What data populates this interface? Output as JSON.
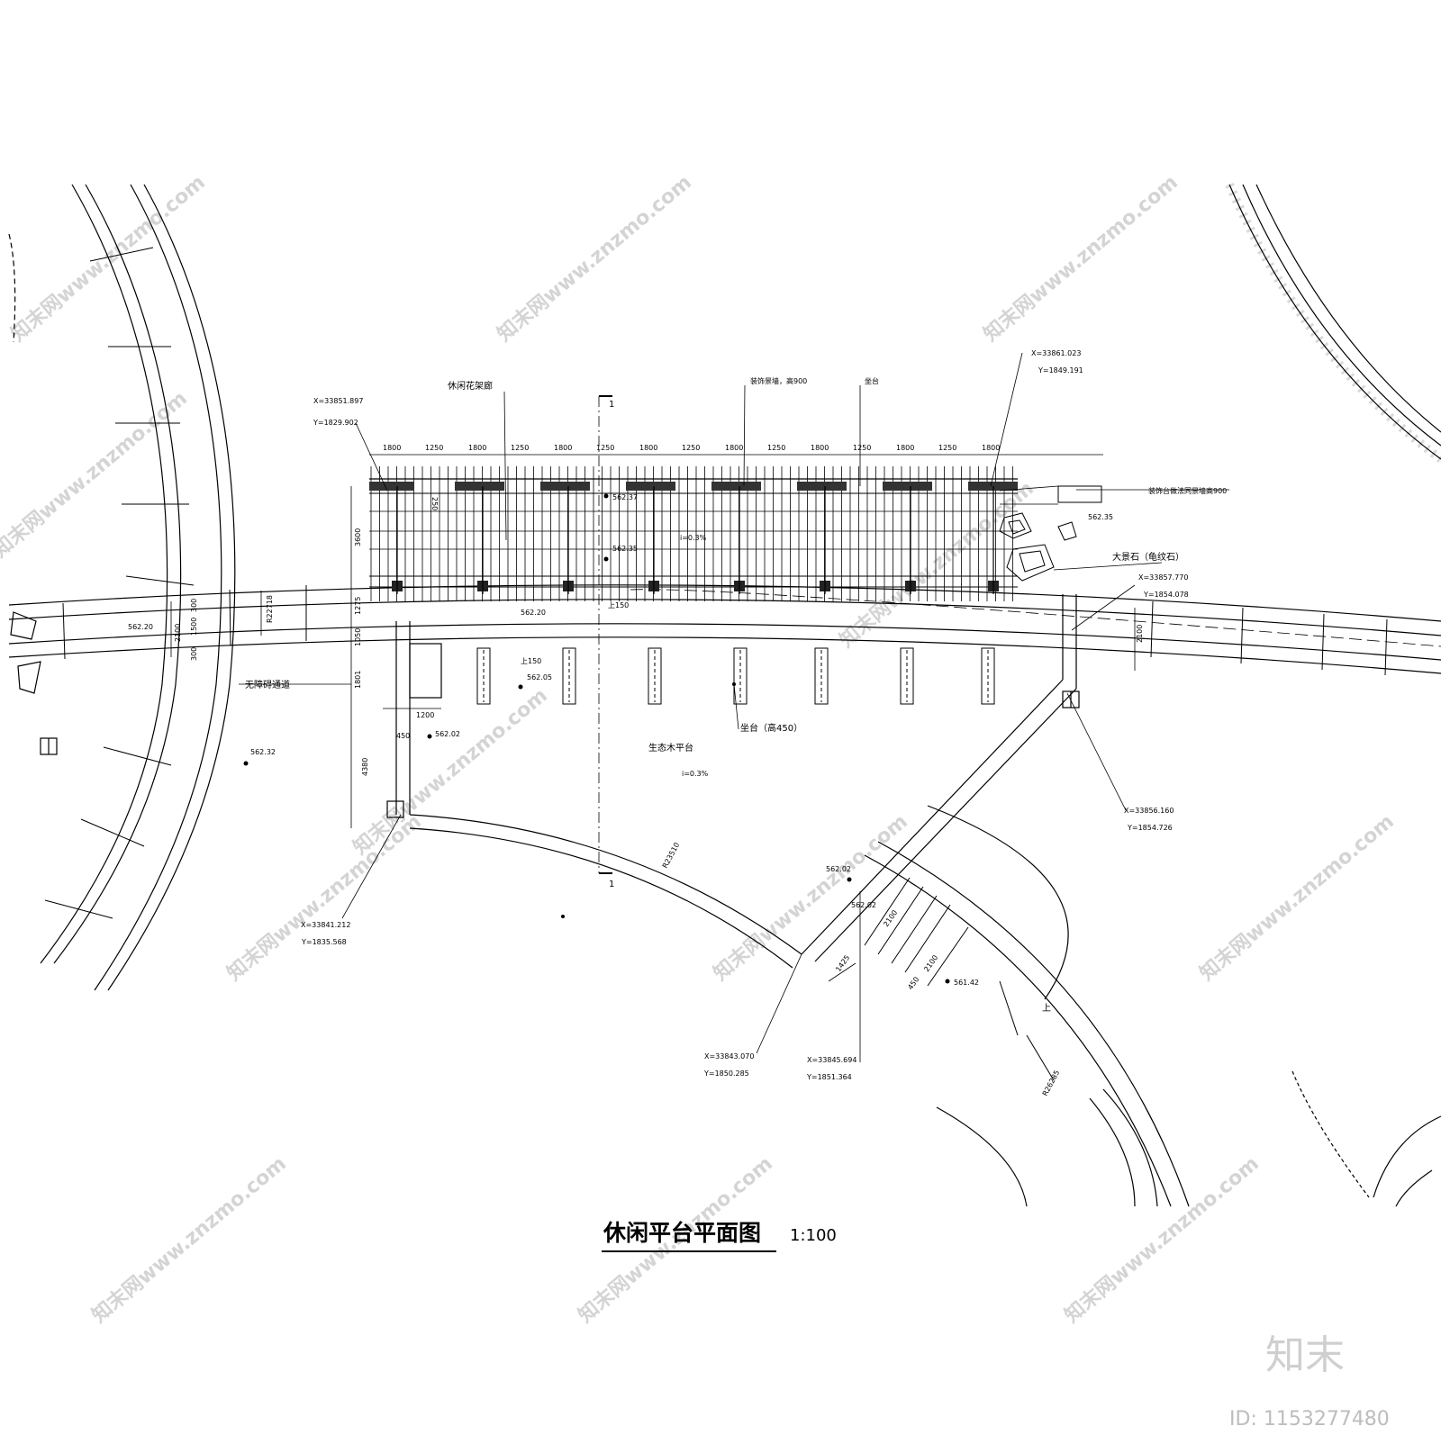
{
  "drawing": {
    "title": "休闲平台平面图",
    "scale": "1:100",
    "labels": {
      "pergola": "休闲花架廊",
      "decor_wall": "装饰景墙，高900",
      "seat": "坐台",
      "decor_right": "装饰台做法同景墙高900",
      "big_rock": "大景石（龟纹石）",
      "barrier_free": "无障碍通道",
      "seat_450": "坐台（高450）",
      "eco_deck": "生态木平台",
      "slope1": "i=0.3%",
      "slope2": "i=0.3%",
      "up1": "上150",
      "up2": "上150",
      "up3": "上",
      "section_mark": "1"
    },
    "coordinates": {
      "c1x": "X=33851.897",
      "c1y": "Y=1829.902",
      "c2x": "X=33861.023",
      "c2y": "Y=1849.191",
      "c3x": "X=33857.770",
      "c3y": "Y=1854.078",
      "c4x": "X=33856.160",
      "c4y": "Y=1854.726",
      "c5x": "X=33841.212",
      "c5y": "Y=1835.568",
      "c6x": "X=33843.070",
      "c6y": "Y=1850.285",
      "c7x": "X=33845.694",
      "c7y": "Y=1851.364"
    },
    "elevations": {
      "e1": "562.37",
      "e2": "562.35",
      "e3": "562.20",
      "e4": "562.20",
      "e5": "562.05",
      "e6": "562.02",
      "e7": "562.32",
      "e8": "562.35",
      "e9": "562.02",
      "e10": "562.02",
      "e11": "561.42"
    },
    "dims": {
      "top": [
        "1800",
        "1250",
        "1800",
        "1250",
        "1800",
        "1250",
        "1800",
        "1250",
        "1800",
        "1250",
        "1800",
        "1250",
        "1800",
        "1250",
        "1800"
      ],
      "left_3600": "3600",
      "left_1275": "1275",
      "left_1050": "1050",
      "left_1801": "1801",
      "left_4380": "4380",
      "d_300a": "300",
      "d_1500": "1500",
      "d_300b": "300",
      "d_2100": "2100",
      "d_1200": "1200",
      "d_450": "450",
      "d_250": "250",
      "d_2100b": "2100",
      "d_1425": "1425",
      "d_2100c": "2100",
      "d_2100d": "2100",
      "d_450b": "450",
      "radius1": "R22718",
      "radius2": "R23510",
      "radius3": "R26285"
    }
  },
  "watermark": {
    "text": "知末网www.znzmo.com",
    "brand": "知末",
    "id": "ID: 1153277480"
  }
}
